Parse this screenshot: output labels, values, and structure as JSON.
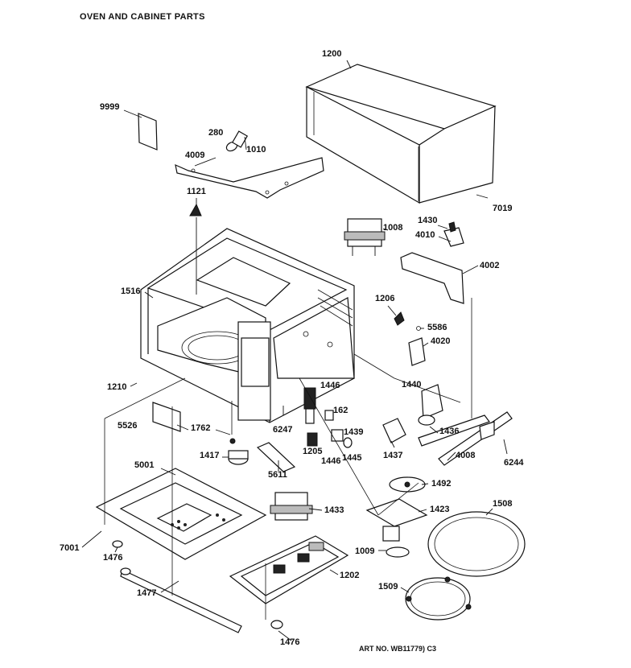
{
  "title": "OVEN AND CABINET PARTS",
  "art_no": "ART NO. WB11779) C3",
  "labels": {
    "p1200": "1200",
    "p9999": "9999",
    "p280": "280",
    "p1010": "1010",
    "p4009": "4009",
    "p1121": "1121",
    "p7019": "7019",
    "p1430": "1430",
    "p4010": "4010",
    "p1008": "1008",
    "p4002": "4002",
    "p1516": "1516",
    "p1206": "1206",
    "p5586": "5586",
    "p4020": "4020",
    "p1210": "1210",
    "p1446a": "1446",
    "p1440": "1440",
    "p162": "162",
    "p1439": "1439",
    "p5526": "5526",
    "p1762": "1762",
    "p6247": "6247",
    "p1436": "1436",
    "p1205": "1205",
    "p1446b": "1446",
    "p1445": "1445",
    "p1437": "1437",
    "p4008": "4008",
    "p6244": "6244",
    "p1417": "1417",
    "p5611": "5611",
    "p5001": "5001",
    "p1492": "1492",
    "p1433": "1433",
    "p1423": "1423",
    "p1508": "1508",
    "p7001": "7001",
    "p1476a": "1476",
    "p1009": "1009",
    "p1202": "1202",
    "p1477": "1477",
    "p1509": "1509",
    "p1476b": "1476"
  }
}
